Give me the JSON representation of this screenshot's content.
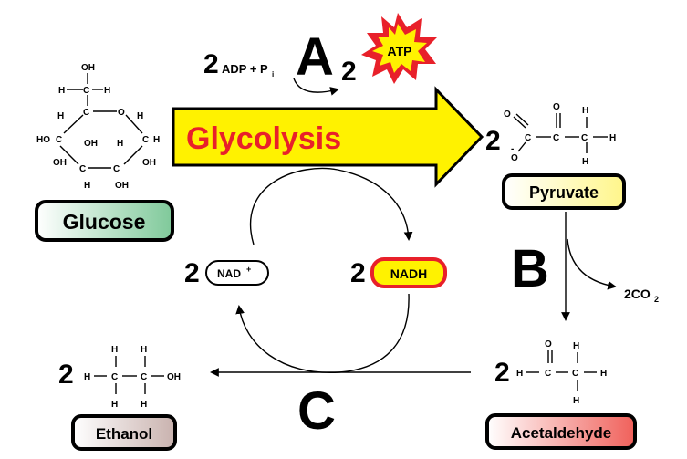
{
  "labels": {
    "glucose": "Glucose",
    "pyruvate": "Pyruvate",
    "acetaldehyde": "Acetaldehyde",
    "ethanol": "Ethanol",
    "glycolysis": "Glycolysis",
    "atp": "ATP",
    "nad": "NAD",
    "nad_charge": "+",
    "nadh": "NADH",
    "adp_pi": "ADP + P",
    "pi_sub": "i",
    "co2": "2CO",
    "co2_sub": "2"
  },
  "steps": {
    "a": "A",
    "b": "B",
    "c": "C"
  },
  "coefficients": {
    "adp": "2",
    "atp": "2",
    "pyruvate": "2",
    "nad": "2",
    "nadh": "2",
    "acetaldehyde": "2",
    "ethanol": "2"
  },
  "colors": {
    "glycolysis_arrow_fill": "#fff200",
    "glycolysis_text": "#e8202a",
    "atp_burst": "#e8202a",
    "atp_fill": "#fff200",
    "glucose_box": "#7fc99a",
    "pyruvate_box": "#fff68a",
    "acetaldehyde_box": "#f0605a",
    "ethanol_box": "#c9b2ae",
    "nadh_border": "#e8202a",
    "nadh_fill": "#fff200"
  }
}
